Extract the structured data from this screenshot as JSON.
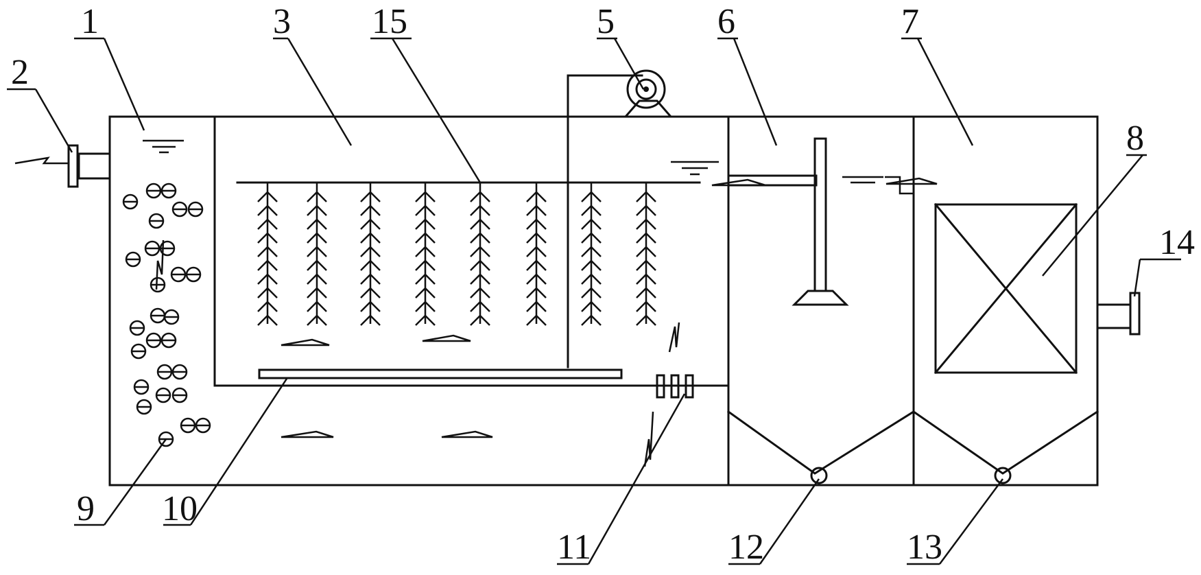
{
  "labels": {
    "l1": "1",
    "l2": "2",
    "l3": "3",
    "l15": "15",
    "l5": "5",
    "l6": "6",
    "l7": "7",
    "l8": "8",
    "l14": "14",
    "l9": "9",
    "l10": "10",
    "l11": "11",
    "l12": "12",
    "l13": "13"
  },
  "colors": {
    "line": "#111111",
    "background": "#ffffff"
  }
}
